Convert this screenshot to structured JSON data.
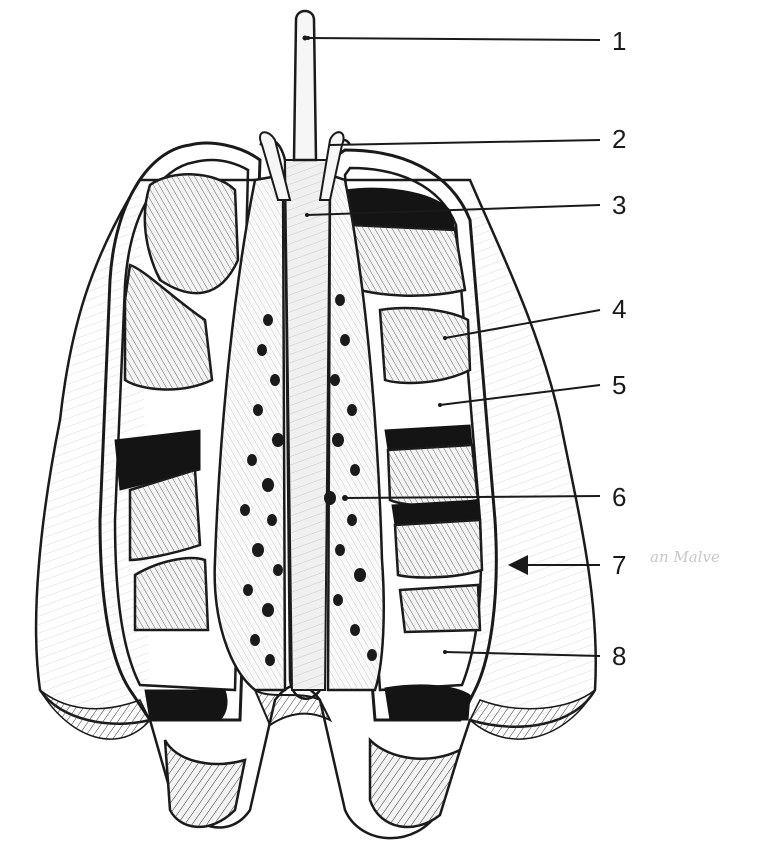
{
  "diagram": {
    "callouts": [
      {
        "number": "1"
      },
      {
        "number": "2"
      },
      {
        "number": "3"
      },
      {
        "number": "4"
      },
      {
        "number": "5"
      },
      {
        "number": "6"
      },
      {
        "number": "7"
      },
      {
        "number": "8"
      }
    ],
    "handwritten_note": "an Malve"
  },
  "colors": {
    "ink": "#1a1a1a",
    "paper": "#ffffff"
  }
}
